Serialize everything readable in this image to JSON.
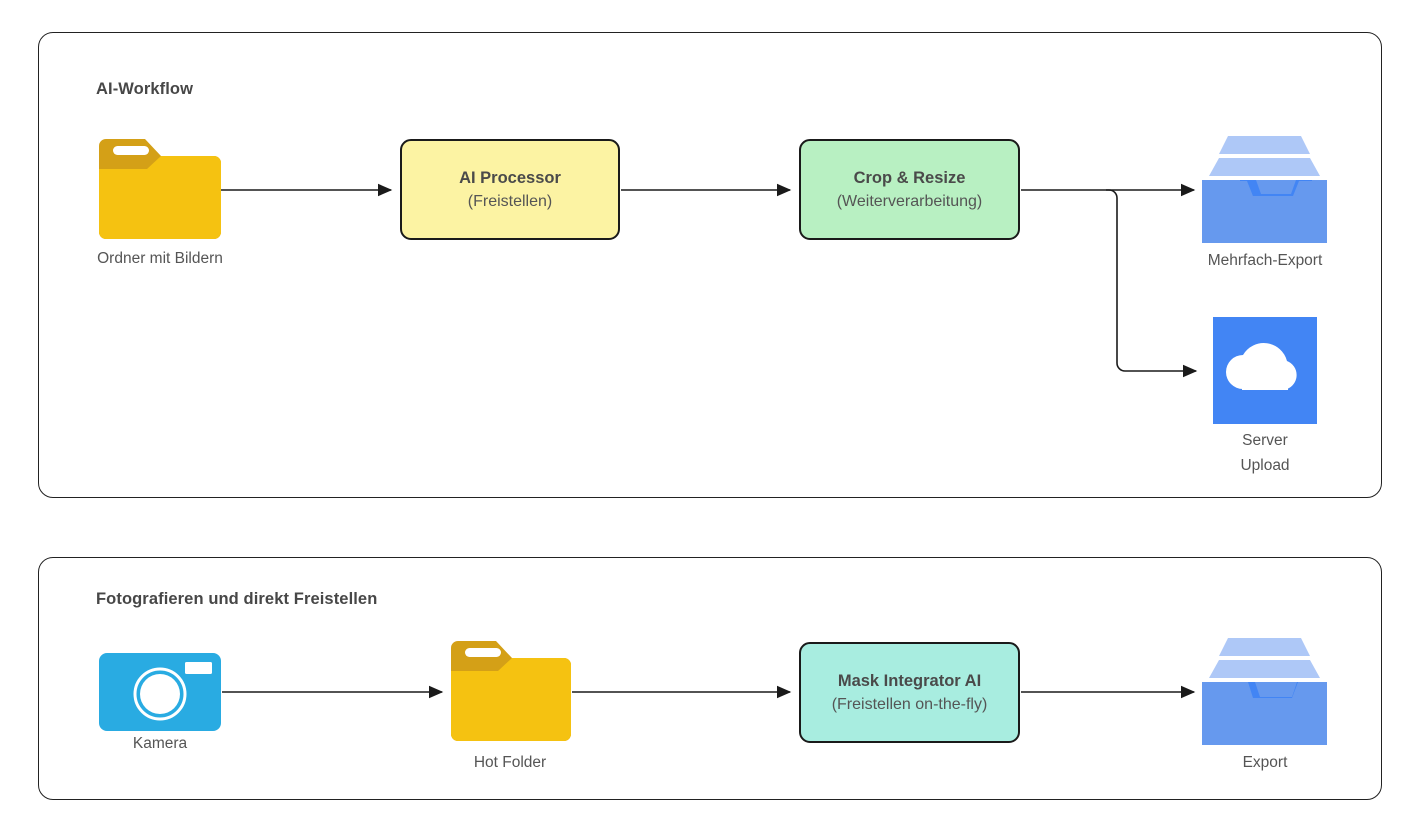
{
  "diagram": {
    "background_color": "#ffffff",
    "card_border_color": "#222222",
    "sections": [
      {
        "id": "ai-workflow",
        "title": "AI-Workflow"
      },
      {
        "id": "photo-direct",
        "title": "Fotografieren und direkt Freistellen"
      }
    ]
  },
  "workflow": {
    "title": "AI-Workflow",
    "nodes": {
      "folder": {
        "label": "Ordner mit Bildern",
        "icon": "folder-icon",
        "colors": {
          "body": "#F5C211",
          "tab": "#D4A017",
          "slot": "#ffffff"
        }
      },
      "ai_processor": {
        "title": "AI Processor",
        "subtitle": "(Freistellen)",
        "fill": "#FCF3A3",
        "border": "#1a1a1a"
      },
      "crop_resize": {
        "title": "Crop & Resize",
        "subtitle": "(Weiterverarbeitung)",
        "fill": "#B8F0C2",
        "border": "#1a1a1a"
      },
      "multi_export": {
        "label": "Mehrfach-Export",
        "icon": "tray-stack-icon",
        "colors": {
          "tray": "#6699EE",
          "inner": "#4285F4",
          "sheets": "#AEC8F7"
        }
      },
      "server_upload": {
        "label": "Server\nUpload",
        "icon": "cloud-upload-icon",
        "colors": {
          "square": "#4285F4",
          "cloud": "#ffffff"
        }
      }
    },
    "connections": [
      {
        "from": "folder",
        "to": "ai_processor",
        "style": "straight-arrow"
      },
      {
        "from": "ai_processor",
        "to": "crop_resize",
        "style": "straight-arrow"
      },
      {
        "from": "crop_resize",
        "to": "multi_export",
        "style": "straight-arrow"
      },
      {
        "from": "crop_resize",
        "to": "server_upload",
        "style": "branch-down-arrow"
      }
    ]
  },
  "photo_flow": {
    "title": "Fotografieren und direkt Freistellen",
    "nodes": {
      "camera": {
        "label": "Kamera",
        "icon": "camera-icon",
        "colors": {
          "body": "#29ABE2",
          "lens": "#ffffff",
          "flash": "#ffffff"
        }
      },
      "hot_folder": {
        "label": "Hot Folder",
        "icon": "folder-icon",
        "colors": {
          "body": "#F5C211",
          "tab": "#D4A017",
          "slot": "#ffffff"
        }
      },
      "mask_integrator": {
        "title": "Mask Integrator AI",
        "subtitle": "(Freistellen on-the-fly)",
        "fill": "#A8EDE0",
        "border": "#1a1a1a"
      },
      "export": {
        "label": "Export",
        "icon": "tray-stack-icon",
        "colors": {
          "tray": "#6699EE",
          "inner": "#4285F4",
          "sheets": "#AEC8F7"
        }
      }
    },
    "connections": [
      {
        "from": "camera",
        "to": "hot_folder",
        "style": "straight-arrow"
      },
      {
        "from": "hot_folder",
        "to": "mask_integrator",
        "style": "straight-arrow"
      },
      {
        "from": "mask_integrator",
        "to": "export",
        "style": "straight-arrow"
      }
    ]
  }
}
